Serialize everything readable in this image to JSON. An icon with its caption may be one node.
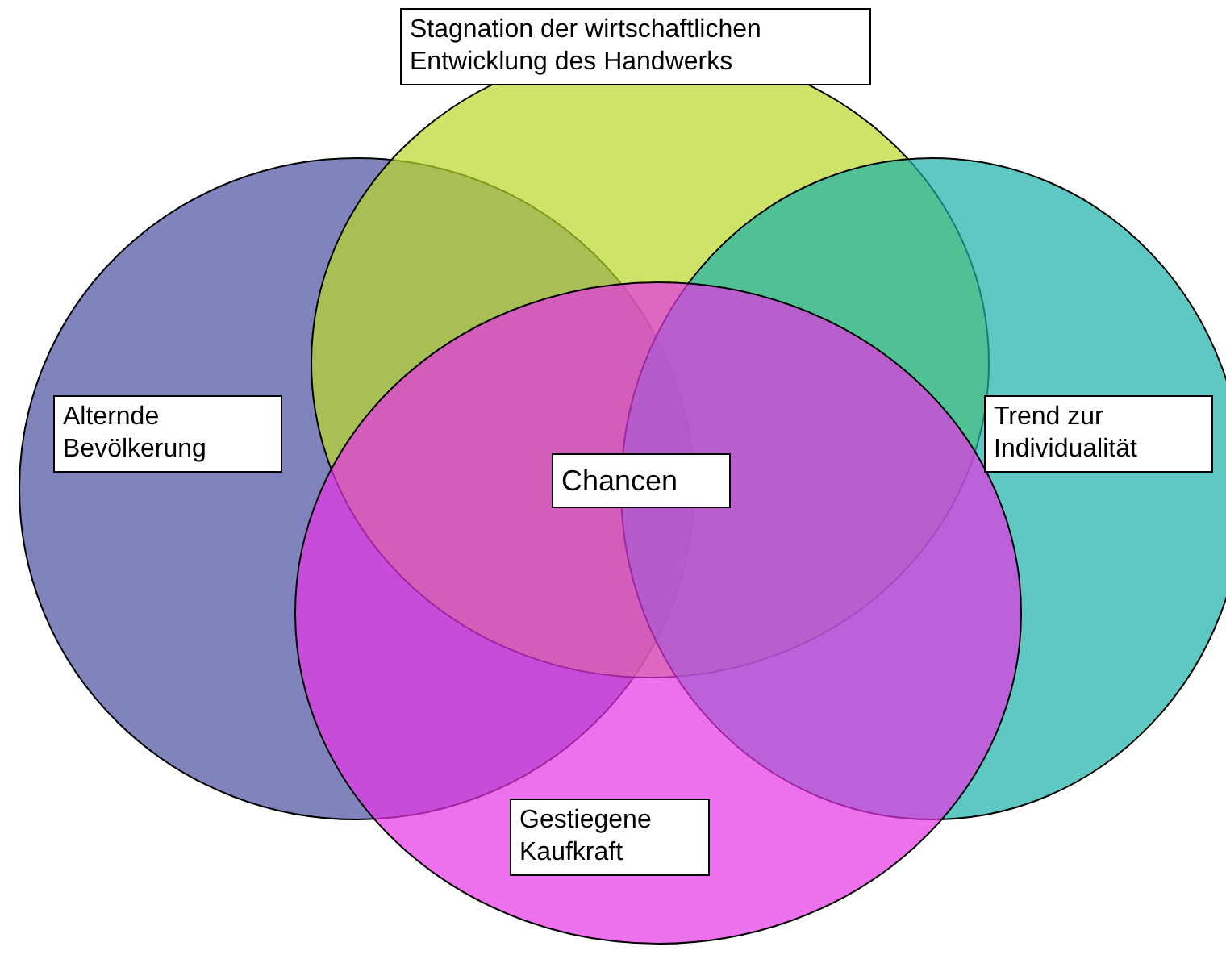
{
  "diagram": {
    "nodes": [
      {
        "text": [
          "Stagnation der wirtschaftlichen Entwicklung des Handwerks"
        ]
      },
      {
        "text": [
          "Alternde Bevölkerung"
        ]
      },
      {
        "text": [
          "Trend zur Individualität"
        ]
      },
      {
        "text": [
          "Gestiegene Kaufkraft"
        ]
      },
      {
        "text": [
          "Chancen"
        ]
      }
    ]
  }
}
